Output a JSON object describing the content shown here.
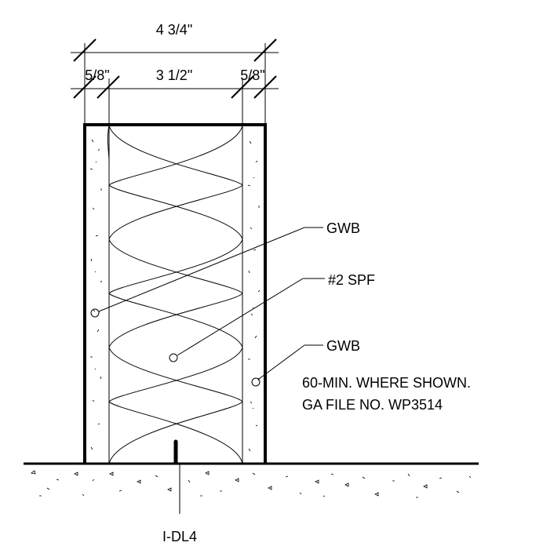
{
  "dimensions": {
    "overall": "4 3/4\"",
    "left_gwb": "5/8\"",
    "stud": "3 1/2\"",
    "right_gwb": "5/8\""
  },
  "callouts": {
    "gwb_left": "GWB",
    "stud": "#2 SPF",
    "gwb_right": "GWB"
  },
  "notes": {
    "line1": "60-MIN. WHERE SHOWN.",
    "line2": "GA FILE NO. WP3514"
  },
  "tag": "I-DL4"
}
